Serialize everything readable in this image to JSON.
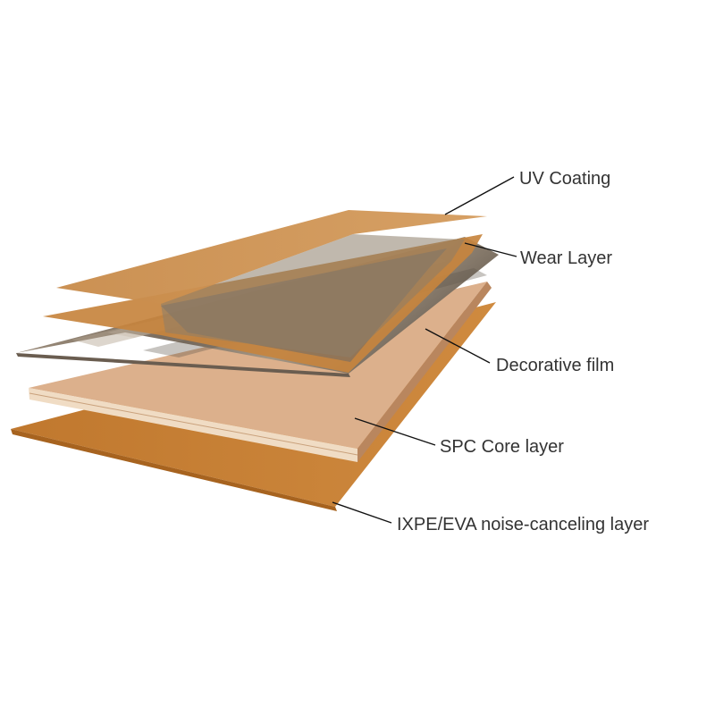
{
  "layers": [
    {
      "key": "uv",
      "label": "UV Coating",
      "color": "#c98a47"
    },
    {
      "key": "wear",
      "label": "Wear Layer",
      "color": "#c8853f"
    },
    {
      "key": "decor",
      "label": "Decorative film",
      "color": "#8a7a68"
    },
    {
      "key": "core",
      "label": "SPC Core layer",
      "color": "#d9ab85"
    },
    {
      "key": "ixpe",
      "label": "IXPE/EVA noise-canceling layer",
      "color": "#c57a30"
    }
  ]
}
